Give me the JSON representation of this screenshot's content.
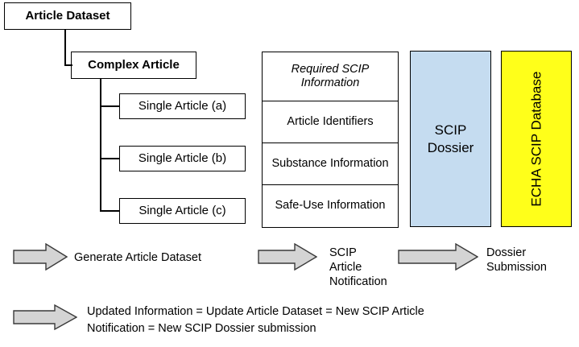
{
  "diagram": {
    "title_nodes": {
      "article_dataset": "Article Dataset",
      "complex_article": "Complex Article",
      "single_article_a": "Single Article (a)",
      "single_article_b": "Single Article (b)",
      "single_article_c": "Single Article (c)"
    },
    "scip_table": {
      "rows": [
        "Required SCIP Information",
        "Article Identifiers",
        "Substance Information",
        "Safe-Use Information"
      ]
    },
    "dossier_box": {
      "label": "SCIP Dossier",
      "color": "#c5dcf0"
    },
    "database_box": {
      "label": "ECHA SCIP Database",
      "color": "#ffff1a"
    },
    "arrows": [
      {
        "name": "generate-article-dataset",
        "caption": "Generate Article Dataset",
        "color": "#d4d4d4"
      },
      {
        "name": "scip-article-notification",
        "caption": "SCIP\nArticle\nNotification",
        "color": "#d4d4d4"
      },
      {
        "name": "dossier-submission",
        "caption": "Dossier\nSubmission",
        "color": "#d4d4d4"
      },
      {
        "name": "updated-information",
        "caption": "Updated Information = Update Article Dataset = New SCIP Article\nNotification = New SCIP Dossier submission",
        "color": "#d4d4d4"
      }
    ]
  }
}
